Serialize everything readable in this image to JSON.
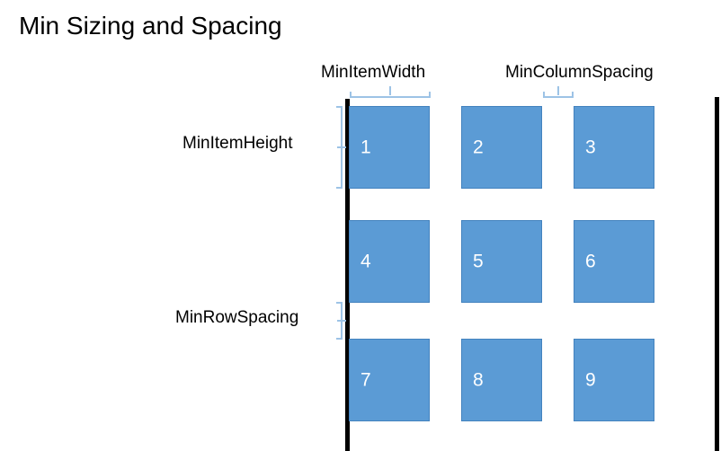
{
  "slide": {
    "title": "Min Sizing and Spacing",
    "background_color": "#FFFFFF"
  },
  "colors": {
    "item_fill": "#5B9BD5",
    "item_border": "#4382BE",
    "item_label": "#FFFFFF",
    "brace": "#9DC3E6",
    "edge_line": "#000000",
    "text": "#000000"
  },
  "annotations": {
    "min_item_width": "MinItemWidth",
    "min_column_spacing": "MinColumnSpacing",
    "min_item_height": "MinItemHeight",
    "min_row_spacing": "MinRowSpacing"
  },
  "grid": {
    "rows": 3,
    "columns": 3,
    "items": [
      {
        "label": "1"
      },
      {
        "label": "2"
      },
      {
        "label": "3"
      },
      {
        "label": "4"
      },
      {
        "label": "5"
      },
      {
        "label": "6"
      },
      {
        "label": "7"
      },
      {
        "label": "8"
      },
      {
        "label": "9"
      }
    ]
  }
}
